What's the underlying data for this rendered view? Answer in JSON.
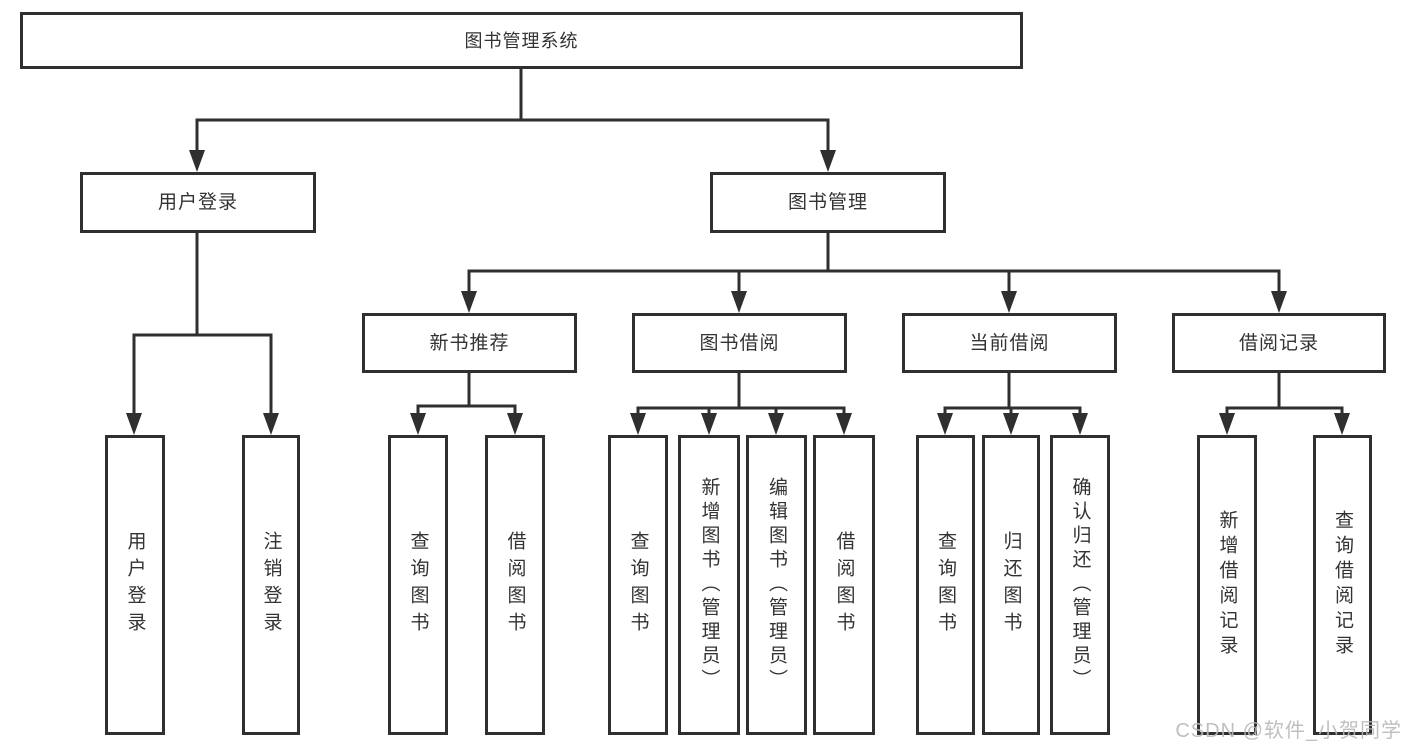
{
  "diagram": {
    "root": {
      "label": "图书管理系统"
    },
    "branches": [
      {
        "label": "用户登录",
        "children": [
          {
            "label": "用户登录"
          },
          {
            "label": "注销登录"
          }
        ]
      },
      {
        "label": "图书管理",
        "children": [
          {
            "label": "新书推荐",
            "children": [
              {
                "label": "查询图书"
              },
              {
                "label": "借阅图书"
              }
            ]
          },
          {
            "label": "图书借阅",
            "children": [
              {
                "label": "查询图书"
              },
              {
                "label": "新增图书（管理员）"
              },
              {
                "label": "编辑图书（管理员）"
              },
              {
                "label": "借阅图书"
              }
            ]
          },
          {
            "label": "当前借阅",
            "children": [
              {
                "label": "查询图书"
              },
              {
                "label": "归还图书"
              },
              {
                "label": "确认归还（管理员）"
              }
            ]
          },
          {
            "label": "借阅记录",
            "children": [
              {
                "label": "新增借阅记录"
              },
              {
                "label": "查询借阅记录"
              }
            ]
          }
        ]
      }
    ]
  },
  "watermark": {
    "text": "CSDN @软件_小贺同学"
  },
  "colors": {
    "line": "#2f2f2f",
    "text": "#333333",
    "box_fill": "#ffffff",
    "watermark_text": "#b9b9b9"
  }
}
